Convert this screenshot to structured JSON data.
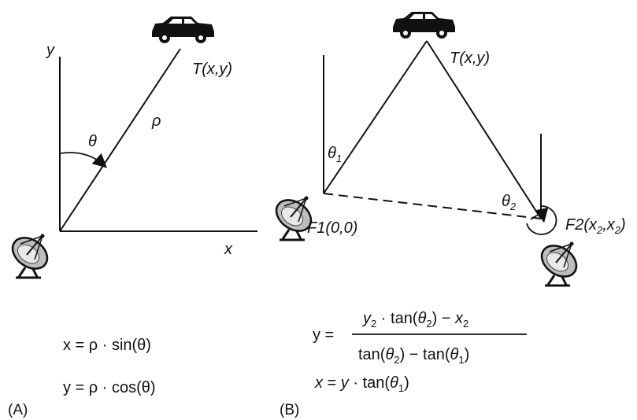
{
  "panel_a": {
    "panel_label": "(A)",
    "y_axis_label": "y",
    "x_axis_label": "x",
    "target_label": "T(x,y)",
    "angle_label": "θ",
    "range_label": "ρ",
    "eq_x": "x = ρ · sin(θ)",
    "eq_y": "y = ρ · cos(θ)",
    "icons": [
      "car-icon",
      "satellite-dish-icon"
    ]
  },
  "panel_b": {
    "panel_label": "(B)",
    "target_label": "T(x,y)",
    "theta1_label": "θ1",
    "theta2_label": "θ2",
    "f1_label": "F1(0,0)",
    "f2_label": "F2(x2,x2)",
    "eq_y_numerator": "y2 · tan(θ2) − x2",
    "eq_y_denominator": "tan(θ2) − tan(θ1)",
    "eq_y_lhs": "y =",
    "eq_x": "x = y · tan(θ1)",
    "icons": [
      "car-icon",
      "satellite-dish-icon",
      "satellite-dish-icon"
    ]
  }
}
